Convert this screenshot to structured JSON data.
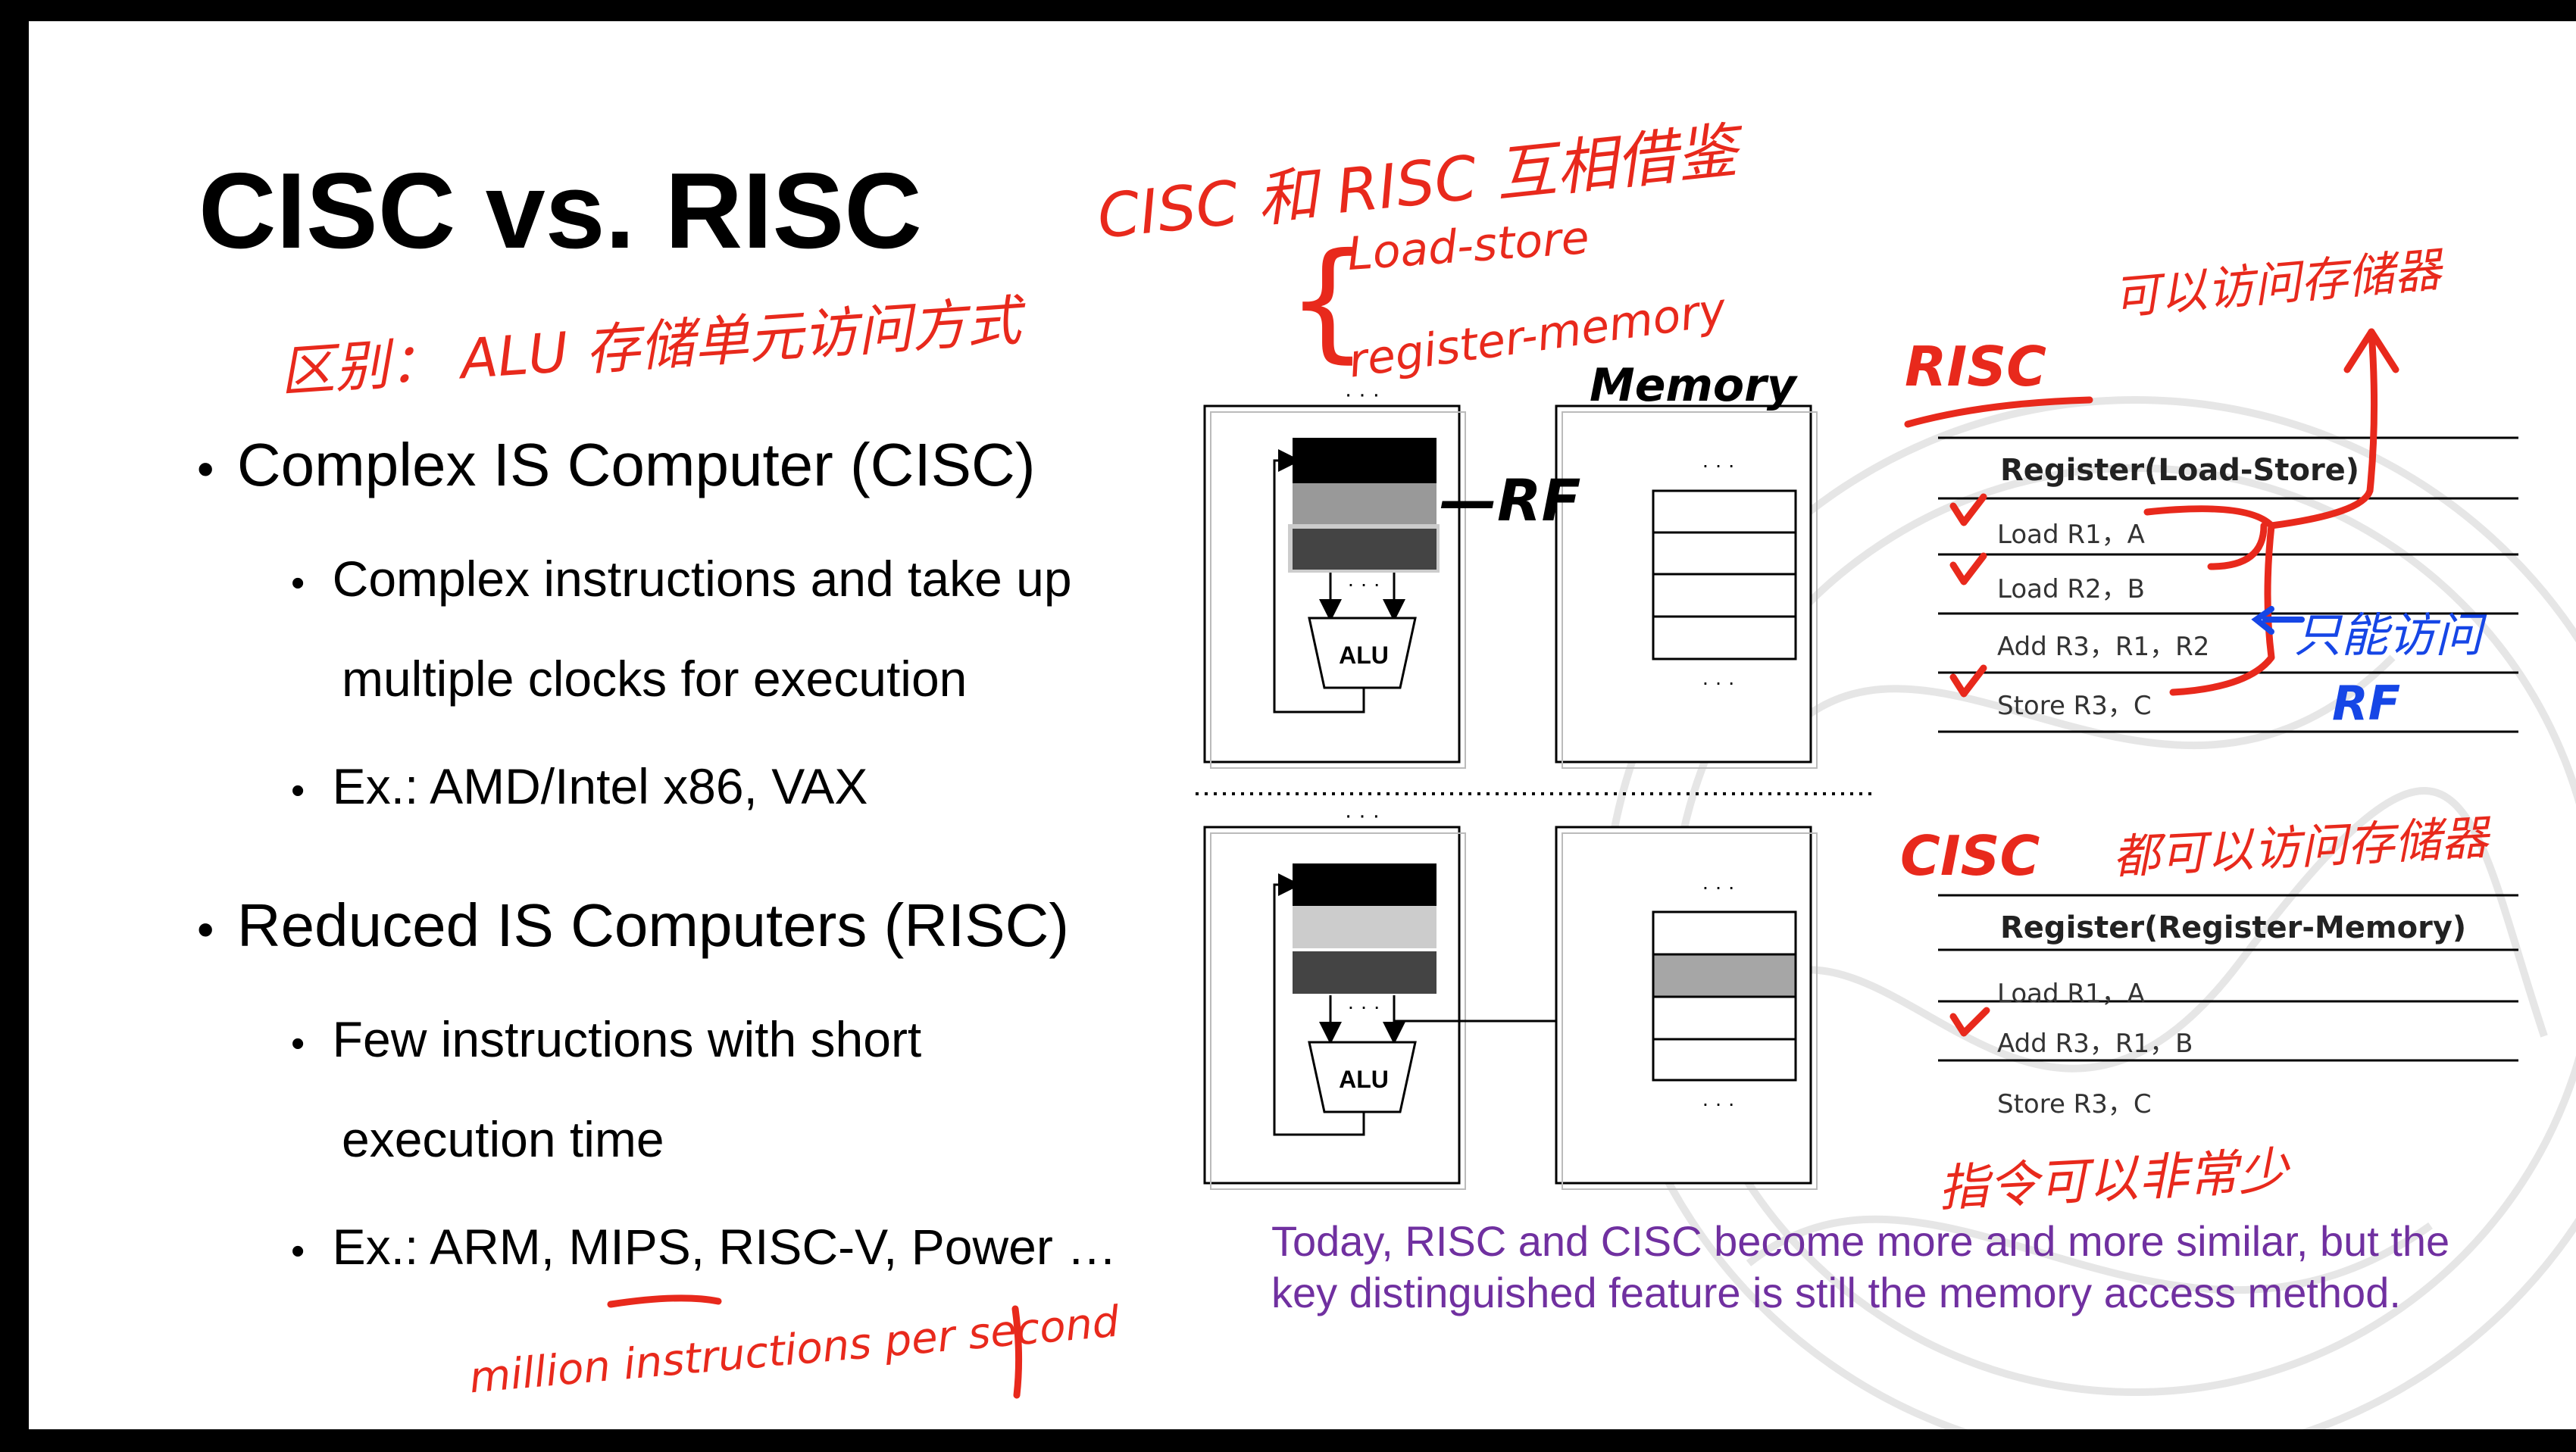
{
  "slide": {
    "title": "CISC vs. RISC",
    "bullets": [
      {
        "text": "Complex IS Computer (CISC)",
        "sub": [
          "Complex instructions and take up",
          "multiple clocks for execution",
          "Ex.: AMD/Intel x86, VAX"
        ]
      },
      {
        "text": "Reduced IS Computers (RISC)",
        "sub": [
          "Few instructions with short",
          "execution time",
          "Ex.: ARM, MIPS, RISC-V, Power …"
        ]
      }
    ],
    "note": [
      "Today, RISC and CISC become more and more similar, but the",
      "key distinguished feature is still the memory access method."
    ]
  },
  "diagram": {
    "alu_label": "ALU",
    "ellipsis": "· · ·",
    "tables": [
      {
        "header": "Register(Load-Store)",
        "rows": [
          "Load R1，A",
          "Load R2，B",
          "Add   R3，R1，R2",
          "Store R3，C"
        ]
      },
      {
        "header": "Register(Register-Memory)",
        "rows": [
          "Load R1，A",
          "Add   R3，R1，B",
          "Store R3，C"
        ]
      }
    ]
  },
  "handwriting": {
    "top_heading": "CISC 和 RISC 互相借鉴",
    "load_store": "Load-store",
    "register_memory": "register-memory",
    "memory": "Memory",
    "diff": "区别：  ALU 存储单元访问方式",
    "rf": "—RF",
    "risc": "RISC",
    "risc_note": "可以访问存储器",
    "only_access": "只能访问",
    "rf_blue": "RF",
    "cisc": "CISC",
    "cisc_note": "都可以访问存储器",
    "fewer": "指令可以非常少",
    "mips": "million instructions per second"
  },
  "colors": {
    "note": "#7030a0",
    "ink_red": "#e8291c",
    "ink_blue": "#1646e6"
  }
}
